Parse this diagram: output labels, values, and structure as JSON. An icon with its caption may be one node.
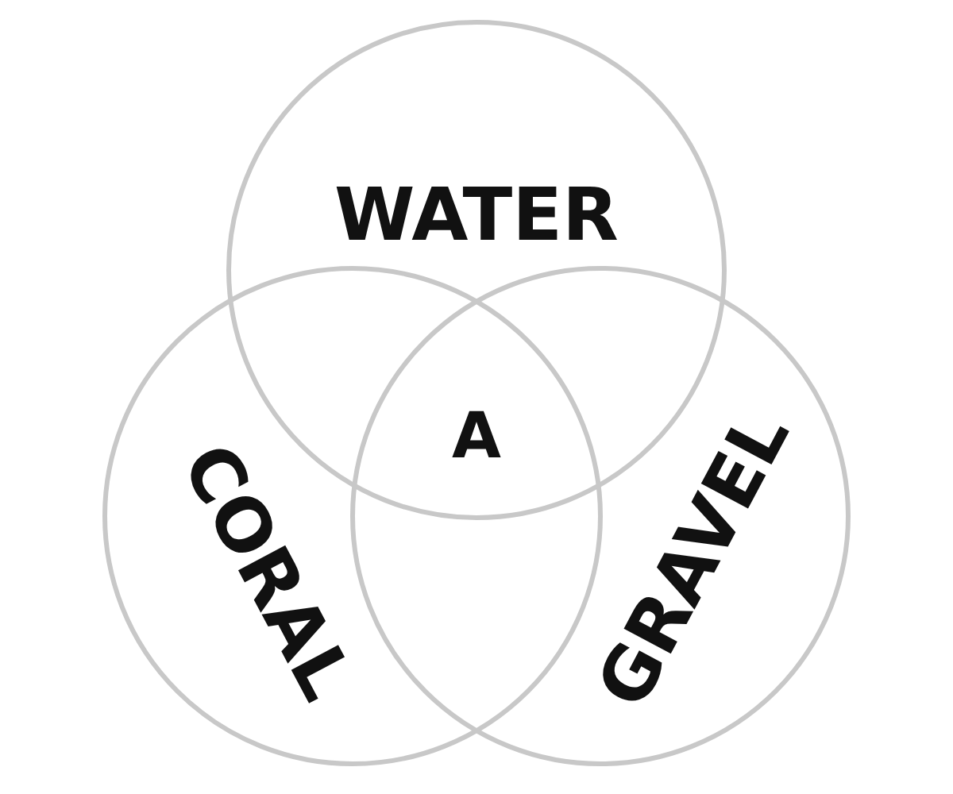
{
  "diagram": {
    "nodes": [
      {
        "text": [
          "WATER"
        ]
      },
      {
        "text": [
          "CORAL"
        ]
      },
      {
        "text": [
          "GRAVEL"
        ]
      }
    ],
    "edges": [],
    "labels": [
      "A"
    ]
  }
}
